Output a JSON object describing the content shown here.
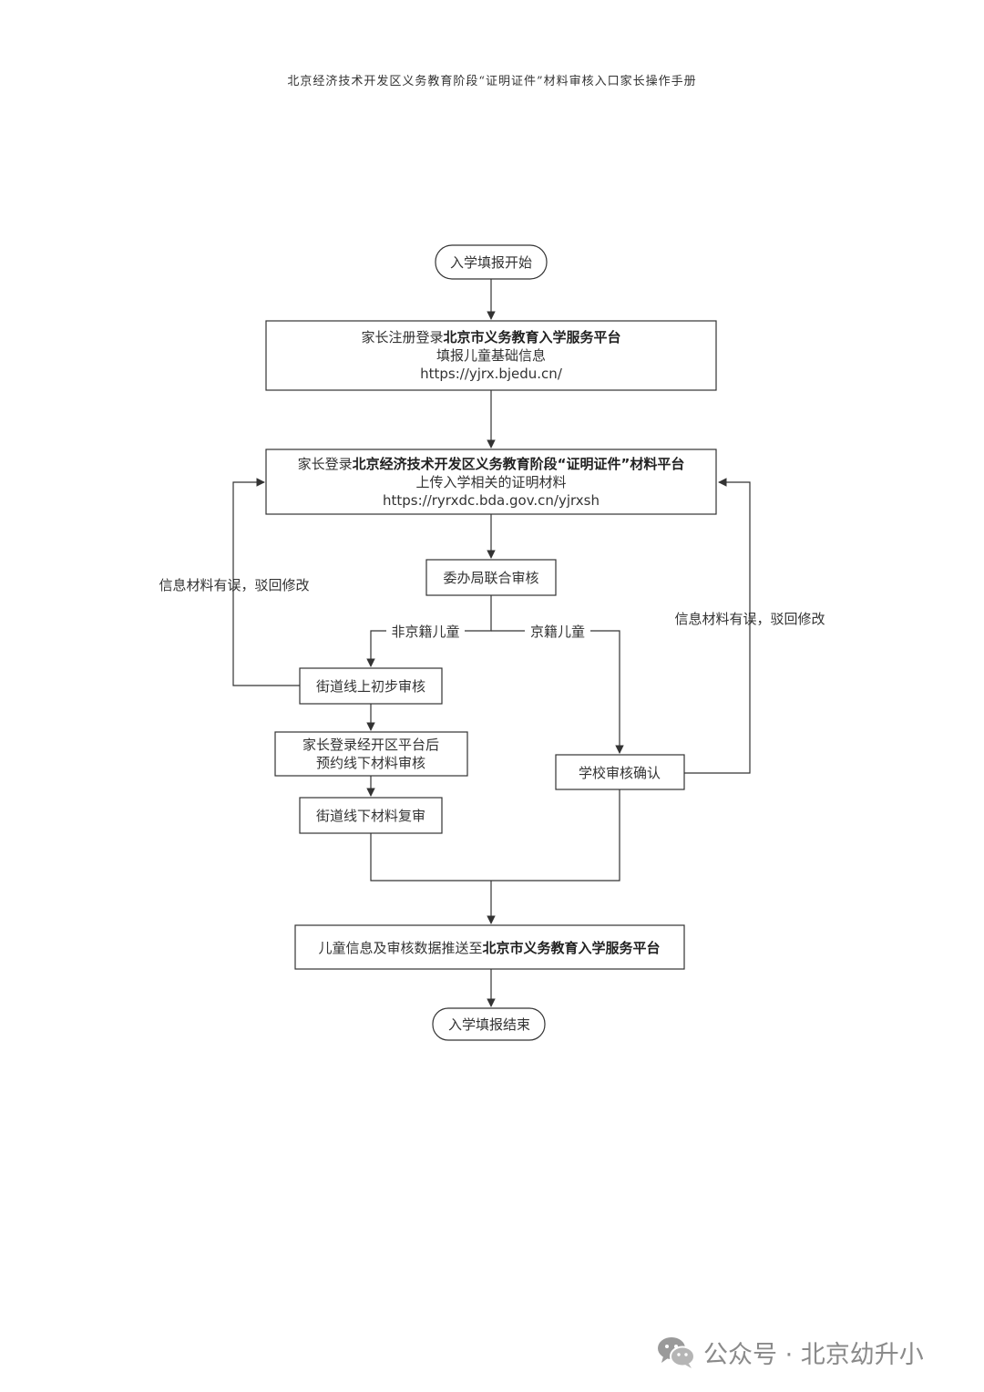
{
  "header": {
    "title": "北京经济技术开发区义务教育阶段“证明证件”材料审核入口家长操作手册"
  },
  "nodes": {
    "start": {
      "label": "入学填报开始"
    },
    "register": {
      "line1_prefix": "家长注册登录",
      "line1_bold": "北京市义务教育入学服务平台",
      "line2": "填报儿童基础信息",
      "line3": "https://yjrx.bjedu.cn/"
    },
    "upload": {
      "line1_prefix": "家长登录",
      "line1_bold": "北京经济技术开发区义务教育阶段“证明证件”材料平台",
      "line2": "上传入学相关的证明材料",
      "line3": "https://ryrxdc.bda.gov.cn/yjrxsh"
    },
    "joint_review": {
      "label": "委办局联合审核"
    },
    "street_online": {
      "label": "街道线上初步审核"
    },
    "book_offline": {
      "line1": "家长登录经开区平台后",
      "line2": "预约线下材料审核"
    },
    "street_offline": {
      "label": "街道线下材料复审"
    },
    "school_confirm": {
      "label": "学校审核确认"
    },
    "push": {
      "prefix": "儿童信息及审核数据推送至",
      "bold": "北京市义务教育入学服务平台"
    },
    "end": {
      "label": "入学填报结束"
    }
  },
  "edge_labels": {
    "non_beijing": "非京籍儿童",
    "beijing": "京籍儿童",
    "reject_left": "信息材料有误，驳回修改",
    "reject_right": "信息材料有误，驳回修改"
  },
  "watermark": {
    "text": "公众号 · 北京幼升小",
    "icon": "wechat-icon"
  }
}
